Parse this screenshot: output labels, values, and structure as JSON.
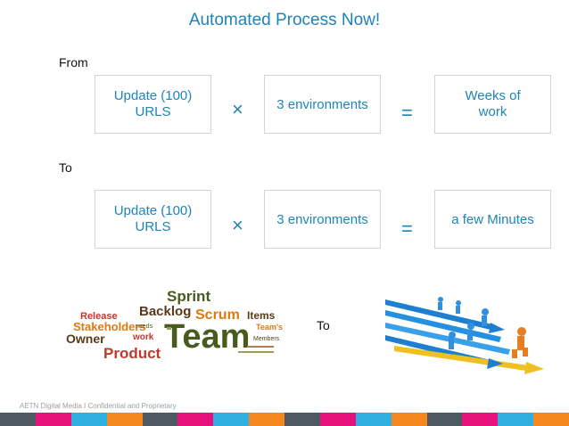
{
  "title": "Automated Process Now!",
  "from_label": "From",
  "to_label": "To",
  "row1": {
    "box1": [
      "Update (100)",
      "URLS"
    ],
    "times": "×",
    "box2": "3 environments",
    "equals": "=",
    "box3": [
      "Weeks of",
      "work"
    ]
  },
  "row2": {
    "box1": [
      "Update (100)",
      "URLS"
    ],
    "times": "×",
    "box2": "3 environments",
    "equals": "=",
    "box3": "a few Minutes"
  },
  "middle_to": "To",
  "word_cloud": {
    "words": [
      "Sprint",
      "Release",
      "Backlog",
      "Scrum",
      "Items",
      "Stakeholders",
      "Owner",
      "Team",
      "work",
      "Team's",
      "Product",
      "Members",
      "needs"
    ]
  },
  "footer": "AETN Digital Media I Confidential and Proprietary",
  "strip_colors": [
    "#4d5a63",
    "#e8127c",
    "#30b0e0",
    "#f5891f",
    "#4d5a63",
    "#e8127c",
    "#30b0e0",
    "#f5891f",
    "#4d5a63",
    "#e8127c",
    "#30b0e0",
    "#f5891f",
    "#4d5a63",
    "#e8127c",
    "#30b0e0",
    "#f5891f"
  ]
}
